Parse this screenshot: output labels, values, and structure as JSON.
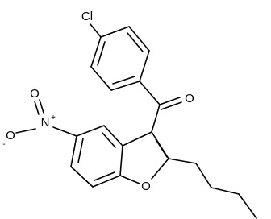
{
  "diagram": {
    "type": "chemical-structure",
    "atoms": {
      "chlorine": "Cl",
      "carbonyl_oxygen": "O",
      "furan_oxygen": "O",
      "nitro_nitrogen": "N",
      "nitro_nitrogen_charge": "+",
      "nitro_oxygen_top": "O",
      "nitro_oxygen_left": "O",
      "nitro_oxygen_left_charge": "-"
    }
  }
}
